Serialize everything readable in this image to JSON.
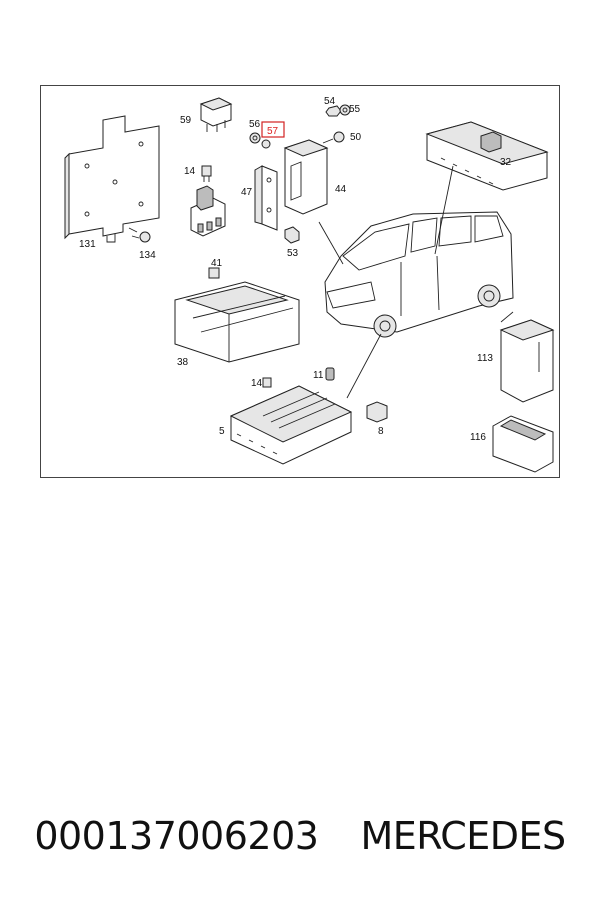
{
  "callouts": {
    "c131": "131",
    "c134": "134",
    "c14a": "14",
    "c47": "47",
    "c59": "59",
    "c56": "56",
    "c57": "57",
    "c54": "54",
    "c55": "55",
    "c50": "50",
    "c44": "44",
    "c53": "53",
    "c32": "32",
    "c41": "41",
    "c38": "38",
    "c11": "11",
    "c14b": "14",
    "c5": "5",
    "c8": "8",
    "c113": "113",
    "c116": "116"
  },
  "highlight": {
    "part": "57",
    "color": "#d22222"
  },
  "caption": {
    "part_number": "000137006203",
    "brand": "MERCEDES"
  }
}
